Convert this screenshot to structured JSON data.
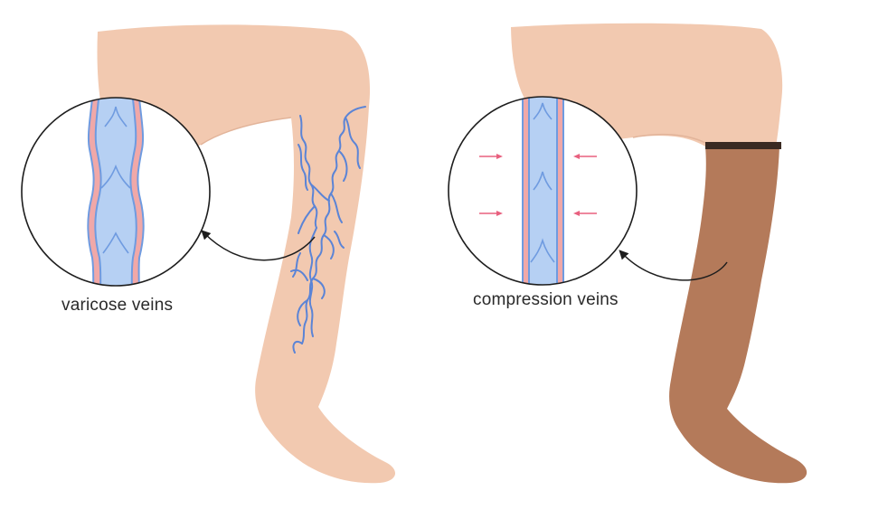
{
  "panels": [
    {
      "id": "varicose",
      "caption": "varicose veins",
      "leg_color": "#f2c9b0",
      "vein_color": "#5b84d6"
    },
    {
      "id": "compression",
      "caption": "compression veins",
      "leg_color": "#f2c9b0",
      "stocking_color": "#b47a5a",
      "stocking_band_color": "#3a2a22",
      "vein_color": "#5b84d6",
      "pressure_arrow_color": "#e8607f"
    }
  ],
  "colors": {
    "vessel_fill": "#b6d0f3",
    "vessel_wall": "#f0a8a8",
    "vessel_outline": "#6f9be0",
    "circle_stroke": "#1d1d1d",
    "pointer_arrow": "#1d1d1d"
  }
}
